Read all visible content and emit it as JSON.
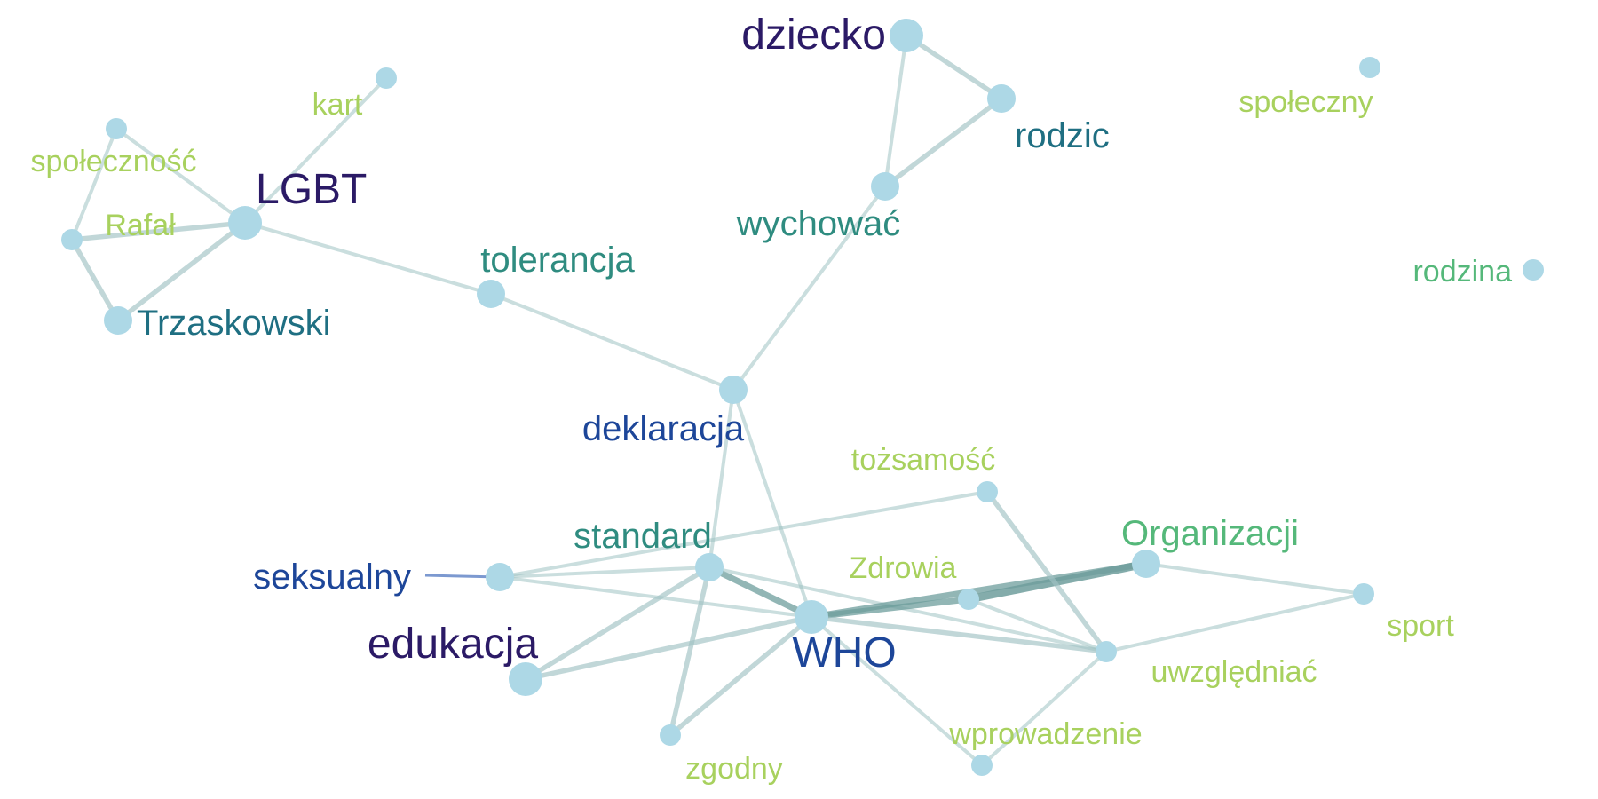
{
  "network": {
    "nodes": [
      {
        "id": "dziecko",
        "label": "dziecko",
        "size": 3,
        "color": "#2b1a66"
      },
      {
        "id": "rodzic",
        "label": "rodzic",
        "size": 2,
        "color": "#1f6f82"
      },
      {
        "id": "wychowac",
        "label": "wychować",
        "size": 2,
        "color": "#2f8c80"
      },
      {
        "id": "spoleczny",
        "label": "społeczny",
        "size": 1,
        "color": "#a8d15e"
      },
      {
        "id": "rodzina",
        "label": "rodzina",
        "size": 1,
        "color": "#55b87a"
      },
      {
        "id": "kart",
        "label": "kart",
        "size": 1,
        "color": "#a8d15e"
      },
      {
        "id": "spolecznosc",
        "label": "społeczność",
        "size": 1,
        "color": "#a8d15e"
      },
      {
        "id": "lgbt",
        "label": "LGBT",
        "size": 3,
        "color": "#2b1a66"
      },
      {
        "id": "rafal",
        "label": "Rafał",
        "size": 1,
        "color": "#a8d15e"
      },
      {
        "id": "trzaskowski",
        "label": "Trzaskowski",
        "size": 2,
        "color": "#1f6f82"
      },
      {
        "id": "tolerancja",
        "label": "tolerancja",
        "size": 2,
        "color": "#2f8c80"
      },
      {
        "id": "deklaracja",
        "label": "deklaracja",
        "size": 2,
        "color": "#1d4699"
      },
      {
        "id": "tozsamosc",
        "label": "tożsamość",
        "size": 1,
        "color": "#a8d15e"
      },
      {
        "id": "standard",
        "label": "standard",
        "size": 2,
        "color": "#2f8c80"
      },
      {
        "id": "organizacji",
        "label": "Organizacji",
        "size": 2,
        "color": "#55b87a"
      },
      {
        "id": "zdrowia",
        "label": "Zdrowia",
        "size": 1,
        "color": "#a8d15e"
      },
      {
        "id": "seksualny",
        "label": "seksualny",
        "size": 2,
        "color": "#1d4699"
      },
      {
        "id": "who",
        "label": "WHO",
        "size": 3,
        "color": "#1d4699"
      },
      {
        "id": "edukacja",
        "label": "edukacja",
        "size": 3,
        "color": "#2b1a66"
      },
      {
        "id": "sport",
        "label": "sport",
        "size": 1,
        "color": "#a8d15e"
      },
      {
        "id": "uwzgledniac",
        "label": "uwzględniać",
        "size": 1,
        "color": "#a8d15e"
      },
      {
        "id": "wprowadzenie",
        "label": "wprowadzenie",
        "size": 1,
        "color": "#a8d15e"
      },
      {
        "id": "zgodny",
        "label": "zgodny",
        "size": 1,
        "color": "#a8d15e"
      }
    ],
    "edges": [
      {
        "source": "dziecko",
        "target": "rodzic",
        "weight": 2
      },
      {
        "source": "dziecko",
        "target": "wychowac",
        "weight": 1
      },
      {
        "source": "rodzic",
        "target": "wychowac",
        "weight": 2
      },
      {
        "source": "wychowac",
        "target": "deklaracja",
        "weight": 1
      },
      {
        "source": "kart",
        "target": "lgbt",
        "weight": 1
      },
      {
        "source": "spolecznosc",
        "target": "lgbt",
        "weight": 1
      },
      {
        "source": "spolecznosc",
        "target": "rafal",
        "weight": 1
      },
      {
        "source": "rafal",
        "target": "lgbt",
        "weight": 2
      },
      {
        "source": "rafal",
        "target": "trzaskowski",
        "weight": 2
      },
      {
        "source": "trzaskowski",
        "target": "lgbt",
        "weight": 2
      },
      {
        "source": "lgbt",
        "target": "tolerancja",
        "weight": 1
      },
      {
        "source": "tolerancja",
        "target": "deklaracja",
        "weight": 1
      },
      {
        "source": "deklaracja",
        "target": "standard",
        "weight": 1
      },
      {
        "source": "deklaracja",
        "target": "who",
        "weight": 1
      },
      {
        "source": "seksualny",
        "target": "standard",
        "weight": 1
      },
      {
        "source": "seksualny",
        "target": "who",
        "weight": 1
      },
      {
        "source": "seksualny",
        "target": "tozsamosc",
        "weight": 1
      },
      {
        "source": "standard",
        "target": "who",
        "weight": 3
      },
      {
        "source": "standard",
        "target": "edukacja",
        "weight": 2
      },
      {
        "source": "standard",
        "target": "zgodny",
        "weight": 2
      },
      {
        "source": "standard",
        "target": "uwzgledniac",
        "weight": 1
      },
      {
        "source": "who",
        "target": "edukacja",
        "weight": 2
      },
      {
        "source": "who",
        "target": "zgodny",
        "weight": 2
      },
      {
        "source": "who",
        "target": "zdrowia",
        "weight": 3
      },
      {
        "source": "who",
        "target": "organizacji",
        "weight": 3
      },
      {
        "source": "who",
        "target": "uwzgledniac",
        "weight": 2
      },
      {
        "source": "who",
        "target": "wprowadzenie",
        "weight": 1
      },
      {
        "source": "zdrowia",
        "target": "organizacji",
        "weight": 4
      },
      {
        "source": "zdrowia",
        "target": "uwzgledniac",
        "weight": 1
      },
      {
        "source": "tozsamosc",
        "target": "uwzgledniac",
        "weight": 2
      },
      {
        "source": "organizacji",
        "target": "sport",
        "weight": 1
      },
      {
        "source": "uwzgledniac",
        "target": "sport",
        "weight": 1
      },
      {
        "source": "uwzgledniac",
        "target": "wprowadzenie",
        "weight": 1
      }
    ],
    "colors": {
      "node_fill": "#add8e6",
      "edge": "#9fc2c3",
      "edge_strong": "#6e9e9c",
      "edge_highlight": "#5b7fc4"
    }
  }
}
